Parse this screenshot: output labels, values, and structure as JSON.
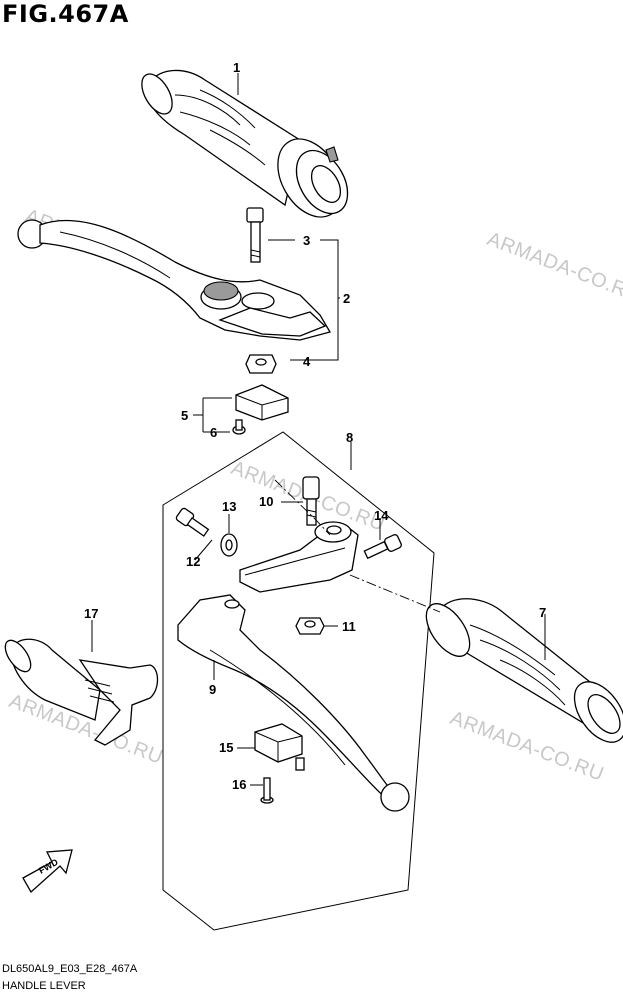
{
  "figure_title": "FIG.467A",
  "footer": {
    "model_code": "DL650AL9_E03_E28_467A",
    "name": "HANDLE LEVER"
  },
  "watermark": "ARMADA-CO.RU",
  "fwd_label": "FWD",
  "callouts": {
    "c1": "1",
    "c2": "2",
    "c3": "3",
    "c4": "4",
    "c5": "5",
    "c6": "6",
    "c7": "7",
    "c8": "8",
    "c9": "9",
    "c10": "10",
    "c11": "11",
    "c12": "12",
    "c13": "13",
    "c14": "14",
    "c15": "15",
    "c16": "16",
    "c17": "17"
  }
}
